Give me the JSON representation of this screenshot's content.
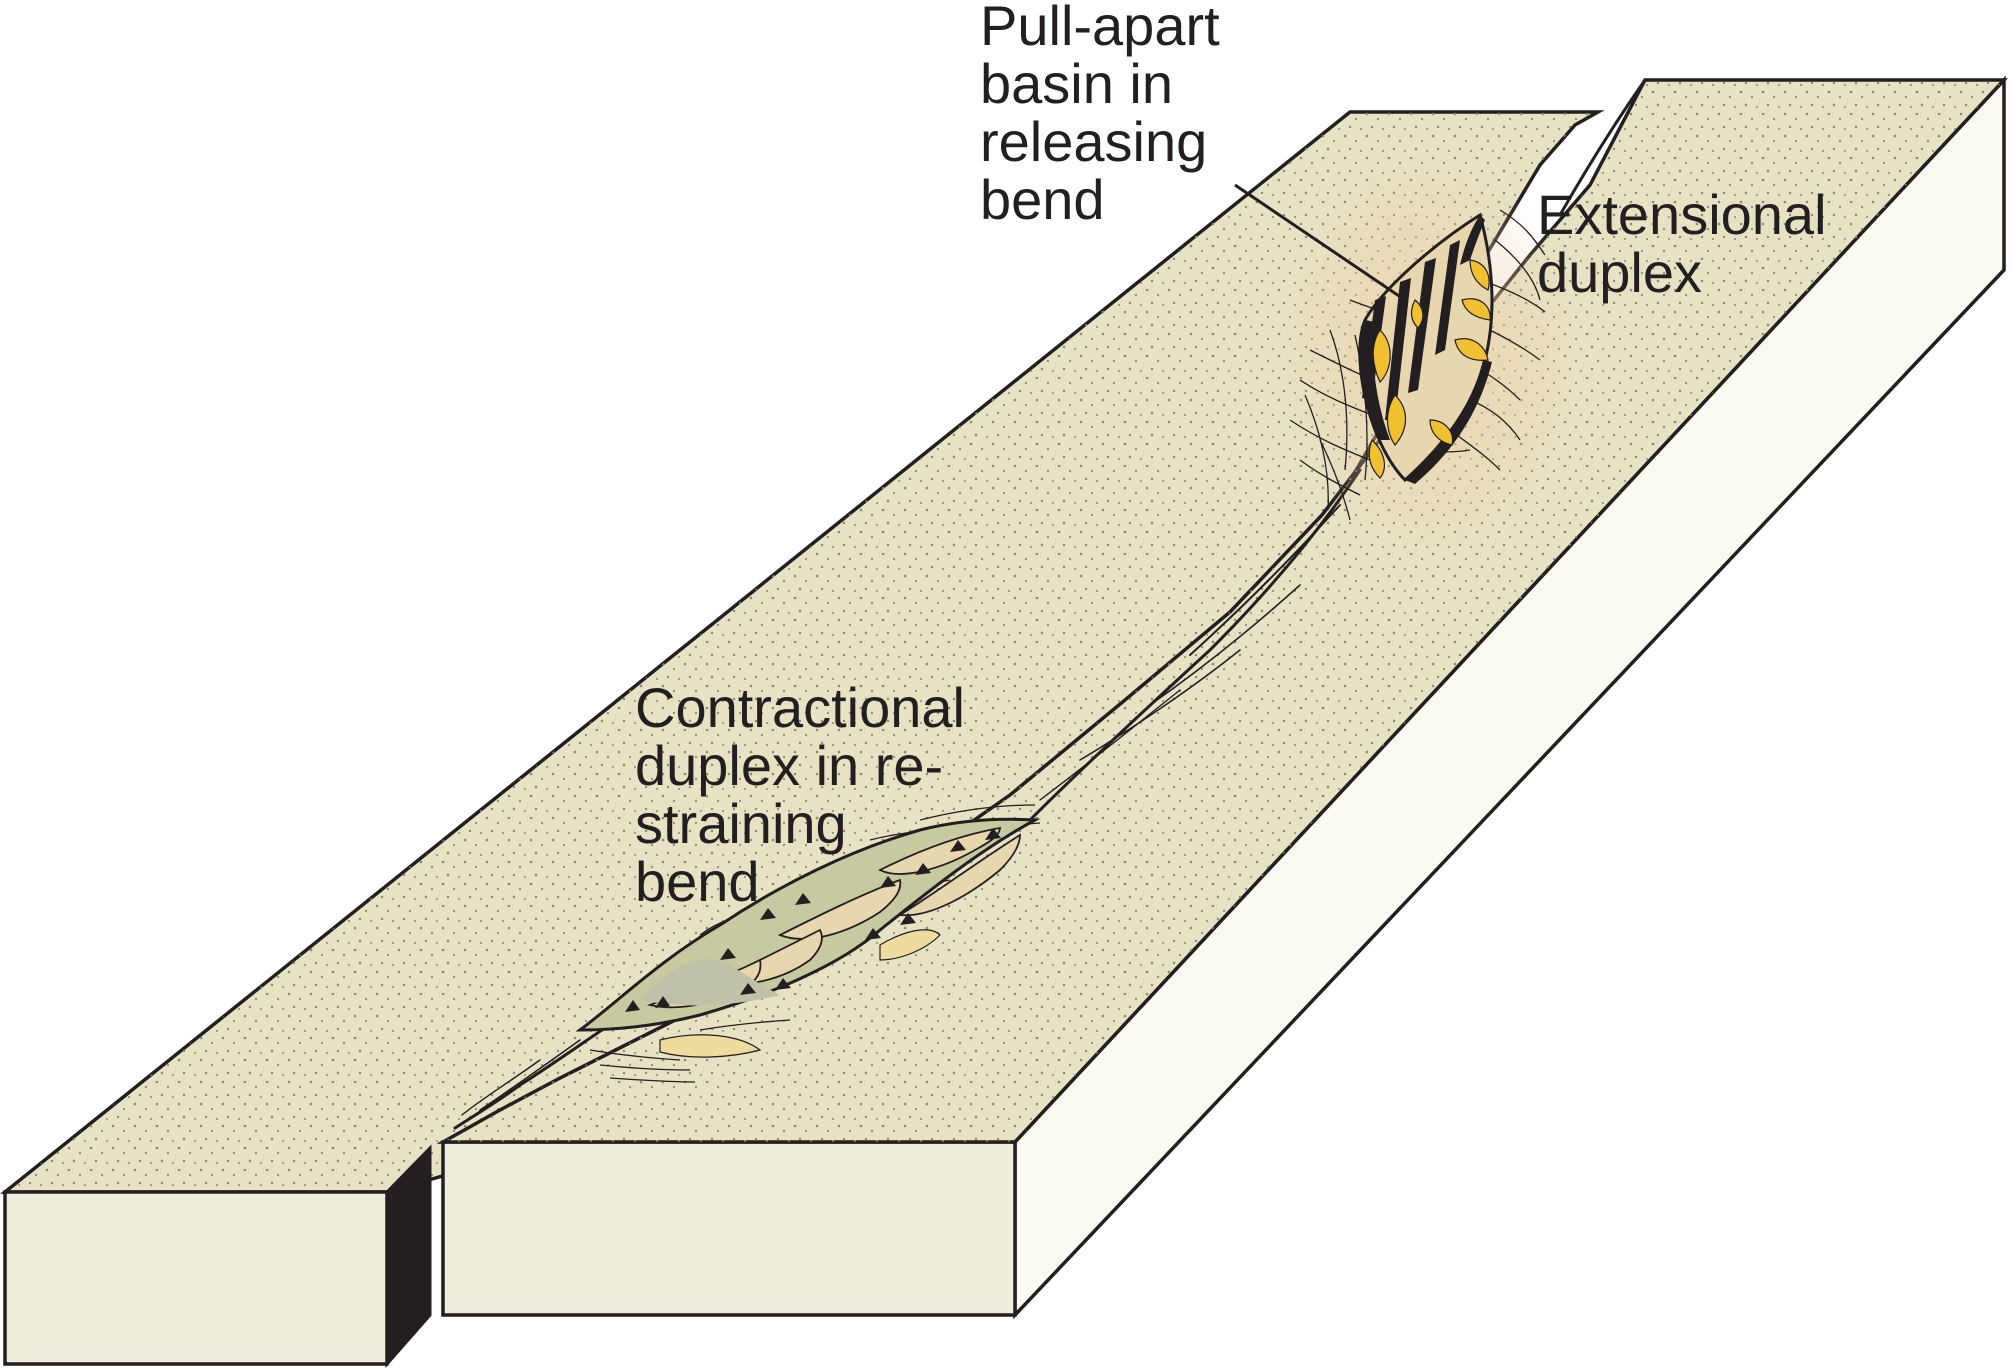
{
  "labels": {
    "pull_apart": [
      "Pull-apart",
      "basin in",
      "releasing",
      "bend"
    ],
    "extensional": [
      "Extensional",
      "duplex"
    ],
    "contractional": [
      "Contractional",
      "duplex in re-",
      "straining",
      "bend"
    ]
  },
  "colors": {
    "block_top": "#e6e2c4",
    "block_front": "#efecdb",
    "block_side": "#fbfaf1",
    "fault_gap": "#231f20",
    "stipple": "#8c8872",
    "duplex_green": "#c7c9a0",
    "duplex_tan": "#e7d6ae",
    "basin_yellow": "#f0c030",
    "basin_halo": "#efd8b6",
    "outline": "#231f20"
  }
}
